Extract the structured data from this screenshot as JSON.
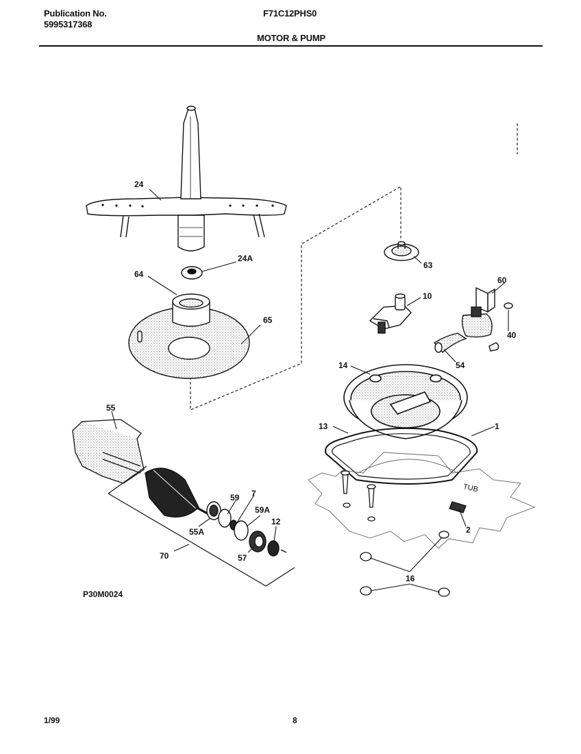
{
  "header": {
    "publication_label": "Publication No.",
    "publication_number": "5995317368",
    "model": "F71C12PHS0",
    "section_title": "MOTOR & PUMP"
  },
  "diagram": {
    "code": "P30M0024",
    "callouts": {
      "c24": "24",
      "c24A": "24A",
      "c64": "64",
      "c65": "65",
      "c63": "63",
      "c10": "10",
      "c60": "60",
      "c40": "40",
      "c54": "54",
      "c14": "14",
      "c13": "13",
      "c1": "1",
      "c2": "2",
      "c16": "16",
      "c55": "55",
      "c59": "59",
      "c7": "7",
      "c59A": "59A",
      "c12": "12",
      "c55A": "55A",
      "c57": "57",
      "c70": "70",
      "tub": "TUB"
    }
  },
  "footer": {
    "date": "1/99",
    "page": "8"
  }
}
